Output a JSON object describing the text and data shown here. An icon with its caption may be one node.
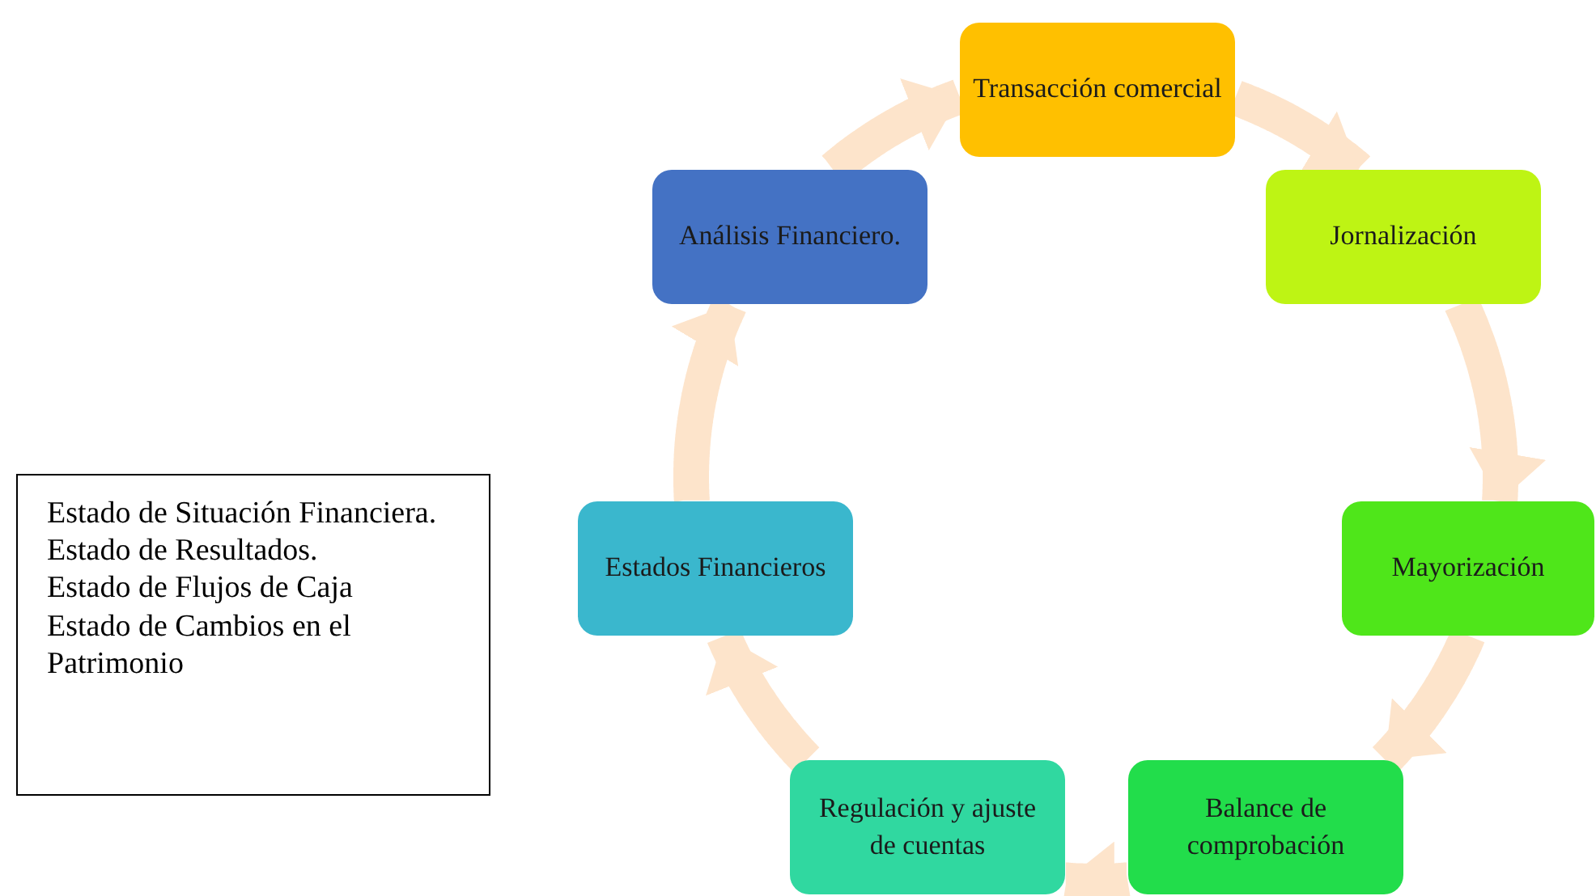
{
  "diagram": {
    "nodes": [
      {
        "text": [
          "Transacción comercial"
        ]
      },
      {
        "text": [
          "Jornalización"
        ]
      },
      {
        "text": [
          "Mayorización"
        ]
      },
      {
        "text": [
          "Balance de comprobación"
        ]
      },
      {
        "text": [
          "Regulación y ajuste de cuentas"
        ]
      },
      {
        "text": [
          "Estados Financieros"
        ]
      },
      {
        "text": [
          "Análisis Financiero."
        ]
      },
      {
        "text": [
          "Estado de Situación Financiera.",
          "Estado de Resultados.",
          "Estado de Flujos de Caja",
          "Estado de Cambios en el Patrimonio"
        ]
      }
    ],
    "edges": [
      {
        "from": 0,
        "to": 1,
        "arrow": "to"
      },
      {
        "from": 1,
        "to": 2,
        "arrow": "to"
      },
      {
        "from": 2,
        "to": 3,
        "arrow": "to"
      },
      {
        "from": 3,
        "to": 4,
        "arrow": "to"
      },
      {
        "from": 4,
        "to": 5,
        "arrow": "to"
      },
      {
        "from": 5,
        "to": 6,
        "arrow": "to"
      },
      {
        "from": 6,
        "to": 0,
        "arrow": "to"
      }
    ]
  }
}
